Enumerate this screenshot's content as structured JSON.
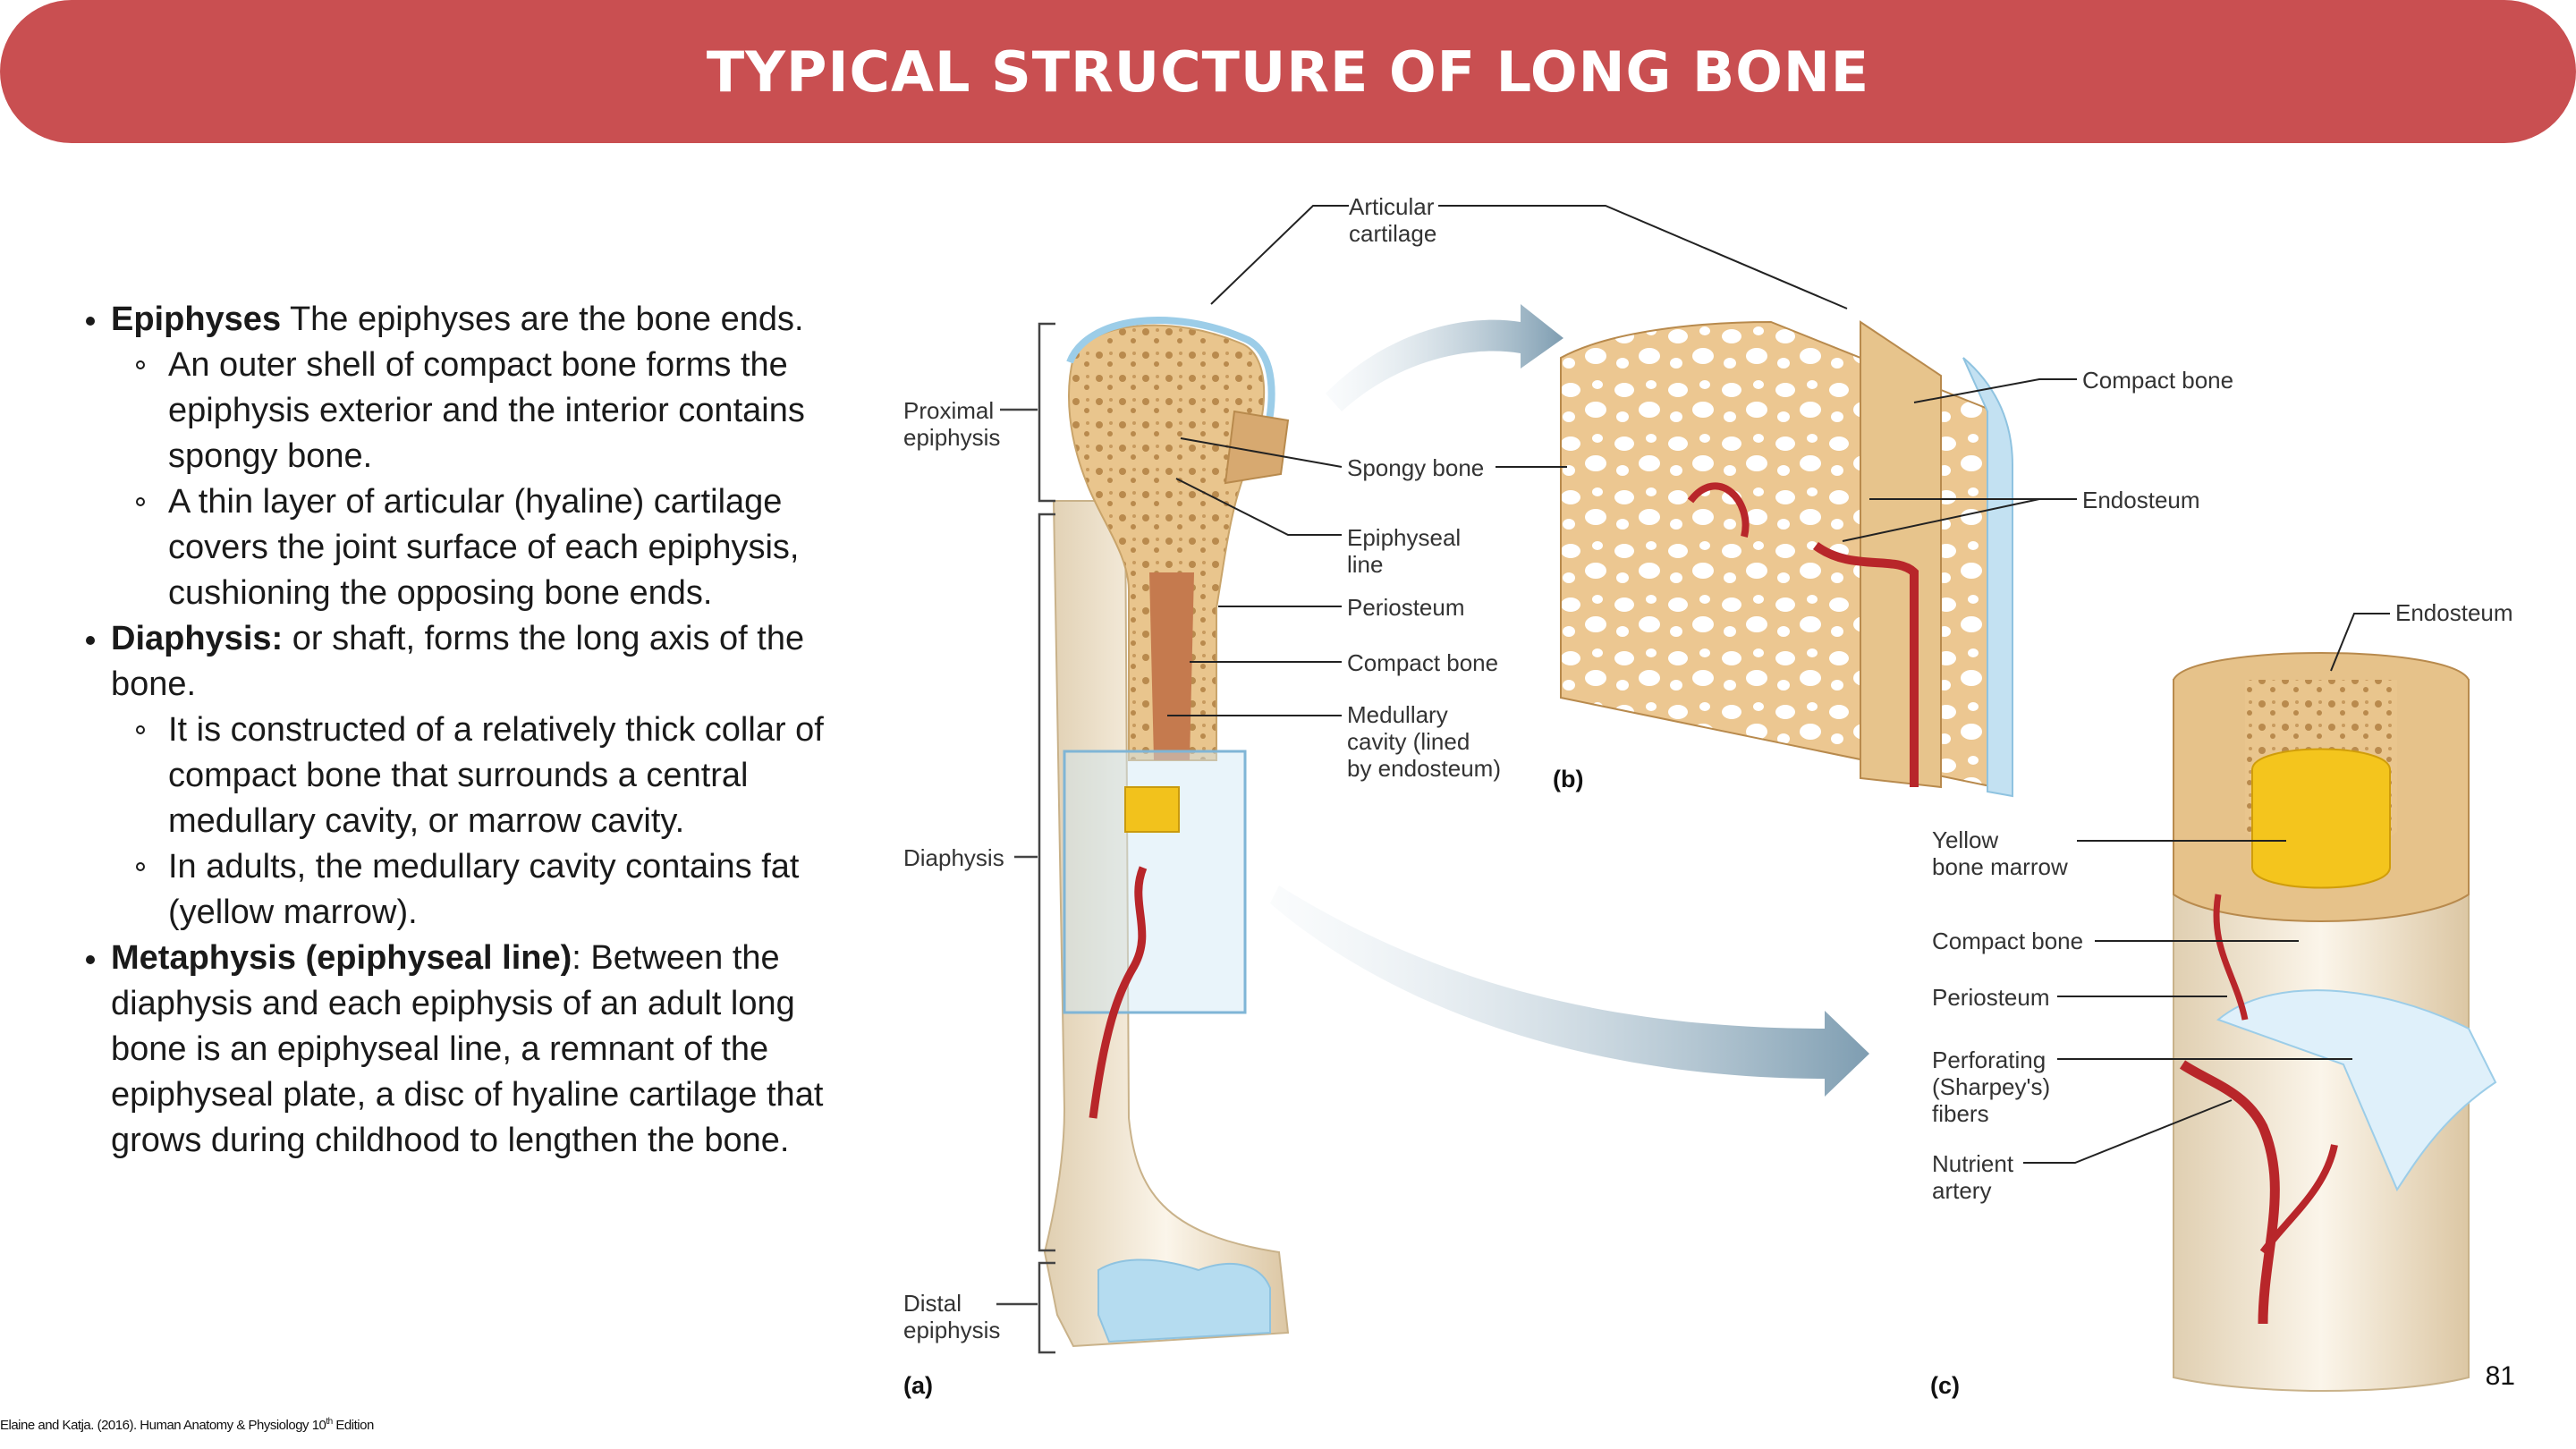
{
  "title": "TYPICAL STRUCTURE OF LONG BONE",
  "bullets": [
    {
      "term": "Epiphyses",
      "text": " The epiphyses are the bone ends.",
      "sub": [
        "An outer shell of compact bone forms the epiphysis exterior and the interior contains spongy bone.",
        "A thin layer of articular (hyaline) cartilage covers the joint surface of each epiphysis, cushioning the opposing bone ends."
      ]
    },
    {
      "term": "Diaphysis:",
      "text": " or shaft, forms the long axis of the bone.",
      "sub": [
        "It is constructed of a relatively thick collar of compact bone that surrounds a central medullary cavity, or marrow cavity.",
        "In adults, the medullary cavity contains fat (yellow marrow)."
      ]
    },
    {
      "term": "Metaphysis (epiphyseal line)",
      "text": ": Between the diaphysis and each epiphysis of an adult long bone is an epiphyseal line, a remnant of the epiphyseal plate, a disc of hyaline cartilage that grows during childhood to lengthen the bone.",
      "sub": []
    }
  ],
  "figure": {
    "labels": {
      "articular_cartilage": [
        "Articular",
        "cartilage"
      ],
      "proximal_epiphysis": [
        "Proximal",
        "epiphysis"
      ],
      "diaphysis": "Diaphysis",
      "distal_epiphysis": [
        "Distal",
        "epiphysis"
      ],
      "spongy_bone": "Spongy bone",
      "epiphyseal_line": [
        "Epiphyseal",
        "line"
      ],
      "periosteum": "Periosteum",
      "compact_bone": "Compact bone",
      "medullary_cavity": [
        "Medullary",
        "cavity (lined",
        "by endosteum)"
      ],
      "b_compact_bone": "Compact bone",
      "b_endosteum": "Endosteum",
      "c_endosteum": "Endosteum",
      "yellow_bone_marrow": [
        "Yellow",
        "bone marrow"
      ],
      "c_compact_bone": "Compact bone",
      "c_periosteum": "Periosteum",
      "perforating_fibers": [
        "Perforating",
        "(Sharpey's)",
        "fibers"
      ],
      "nutrient_artery": [
        "Nutrient",
        "artery"
      ]
    },
    "panels": {
      "a": "(a)",
      "b": "(b)",
      "c": "(c)"
    }
  },
  "page_number": "81",
  "citation": {
    "pre": "Elaine and Katja. (2016). Human Anatomy & Physiology 10",
    "sup": "th",
    "post": " Edition"
  },
  "colors": {
    "banner": "#c94f51",
    "bone": "#e8c48c",
    "artery": "#b8262a",
    "cartilage": "#a9d3ea",
    "marrow": "#f2c21c"
  }
}
